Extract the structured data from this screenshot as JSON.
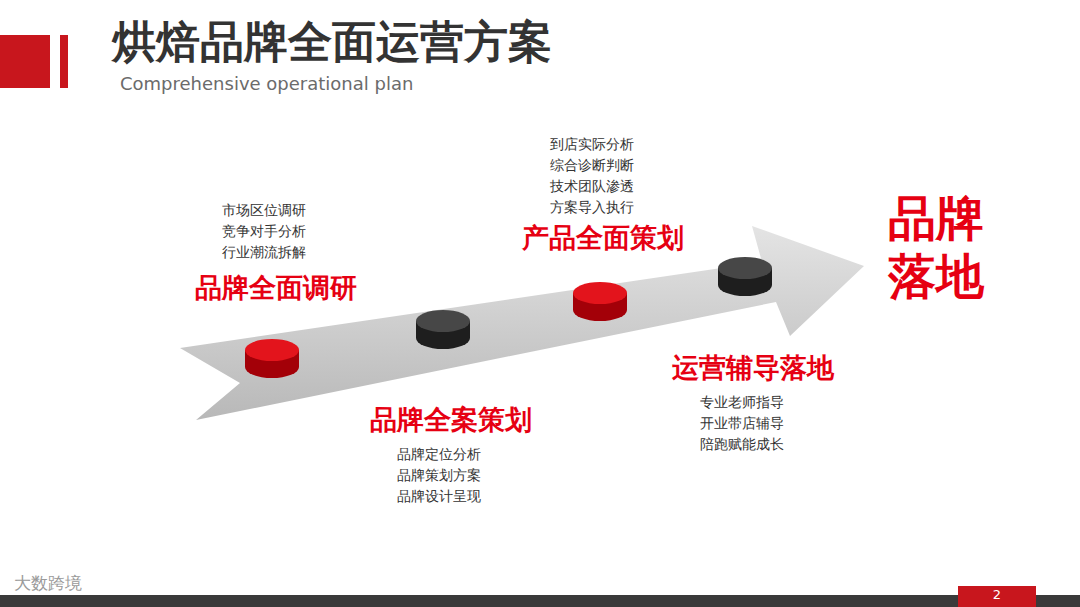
{
  "diagram": {
    "title": "烘焙品牌全面运营方案",
    "nodes": [
      {
        "text": [
          "品牌全面调研",
          "市场区位调研 竞争对手分析 行业潮流拆解"
        ]
      },
      {
        "text": [
          "品牌全案策划",
          "品牌定位分析 品牌策划方案 品牌设计呈现"
        ]
      },
      {
        "text": [
          "产品全面策划",
          "到店实际分析 综合诊断判断 技术团队渗透 方案导入执行"
        ]
      },
      {
        "text": [
          "运营辅导落地",
          "专业老师指导 开业带店辅导 陪跑赋能成长"
        ]
      }
    ],
    "labels": [
      "Comprehensive operational plan",
      "品牌落地",
      "大数跨境",
      "2"
    ]
  }
}
